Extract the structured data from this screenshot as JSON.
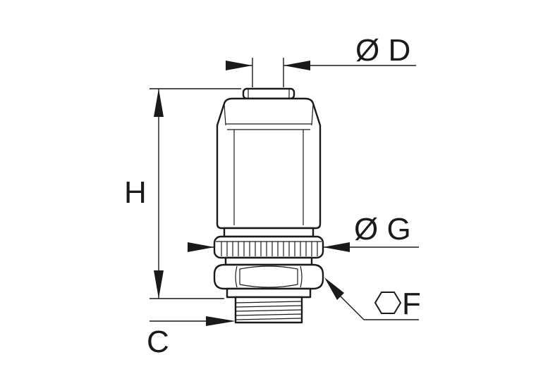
{
  "drawing": {
    "labels": {
      "diameter_d": "Ø D",
      "height_h": "H",
      "diameter_g": "Ø G",
      "hex_f": "F",
      "thread_c": "C"
    }
  }
}
